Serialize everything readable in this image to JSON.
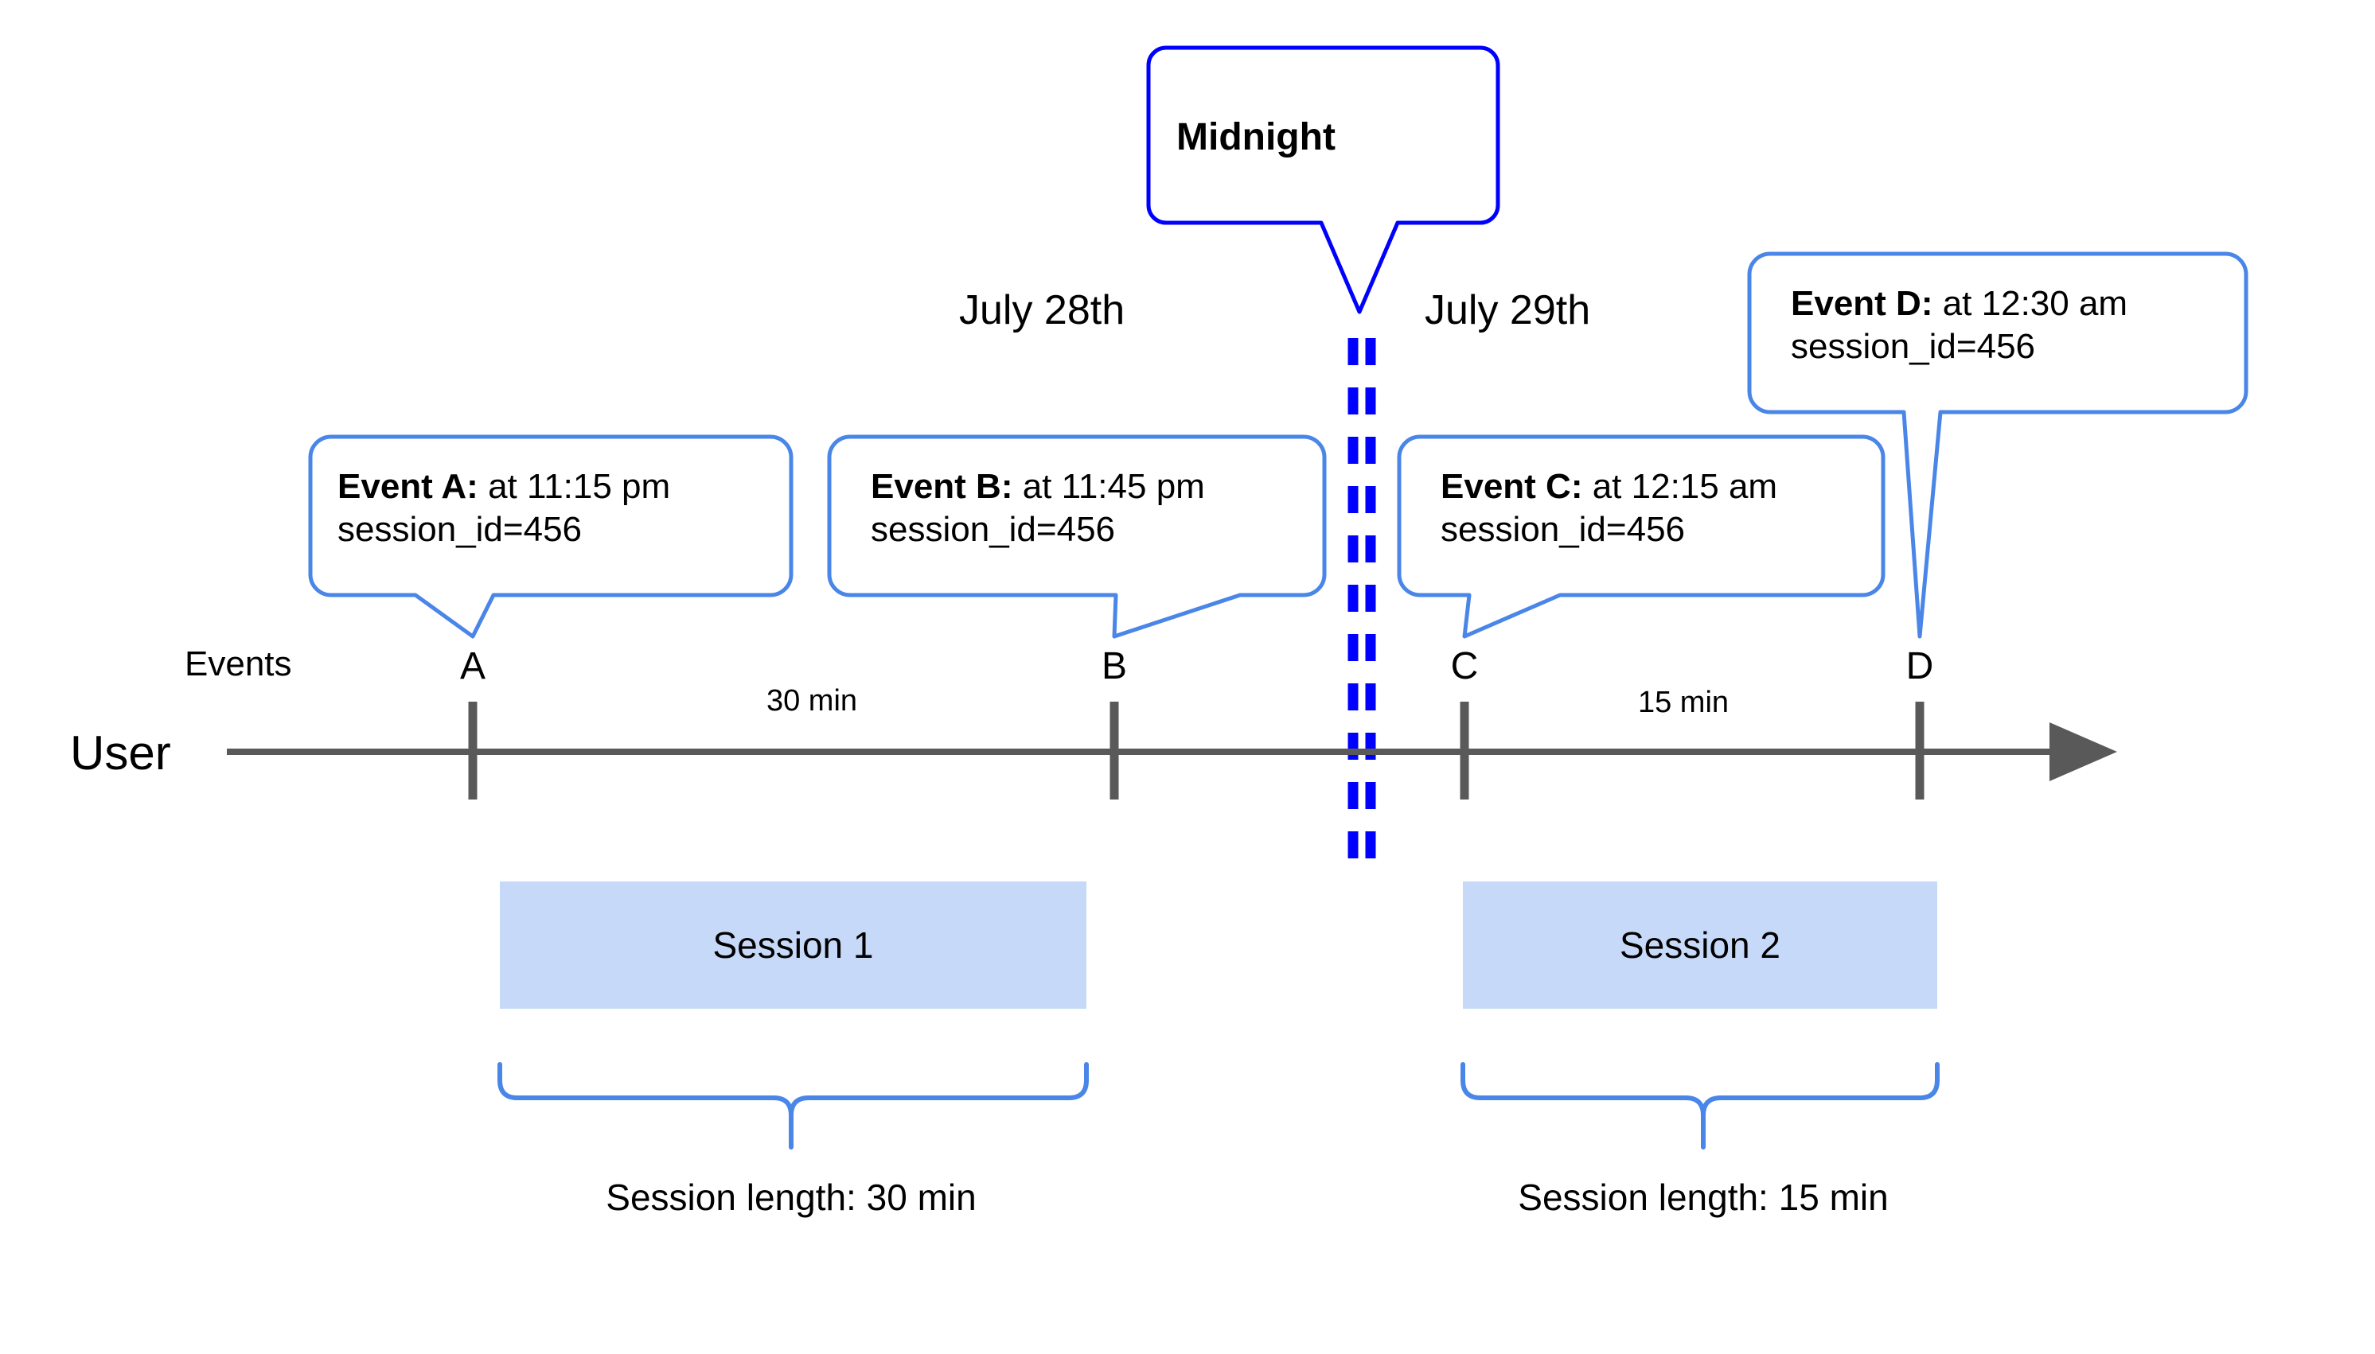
{
  "diagram": {
    "title_hidden": "",
    "colors": {
      "callout_border": "#4a86e8",
      "midnight_border": "#0000ff",
      "midnight_dash": "#0000ff",
      "session_fill": "#c6d9f8",
      "brace": "#4a86e8",
      "axis": "#595959",
      "text": "#000000"
    }
  },
  "midnight_callout": {
    "label": "Midnight"
  },
  "date_labels": [
    {
      "text": "July 28th"
    },
    {
      "text": "July 29th"
    }
  ],
  "axis": {
    "row_label_user": "User",
    "row_label_events": "Events"
  },
  "events": [
    {
      "letter": "A",
      "callout_title": "Event A:",
      "callout_time": " at 11:15 pm",
      "callout_line2": "session_id=456"
    },
    {
      "letter": "B",
      "callout_title": "Event B:",
      "callout_time": " at 11:45 pm",
      "callout_line2": "session_id=456"
    },
    {
      "letter": "C",
      "callout_title": "Event C:",
      "callout_time": " at 12:15 am",
      "callout_line2": "session_id=456"
    },
    {
      "letter": "D",
      "callout_title": "Event D:",
      "callout_time": " at 12:30 am",
      "callout_line2": "session_id=456"
    }
  ],
  "gaps": [
    {
      "text": "30 min"
    },
    {
      "text": "15 min"
    }
  ],
  "sessions": [
    {
      "name": "Session 1",
      "length_label": "Session length: 30 min"
    },
    {
      "name": "Session 2",
      "length_label": "Session length: 15 min"
    }
  ]
}
